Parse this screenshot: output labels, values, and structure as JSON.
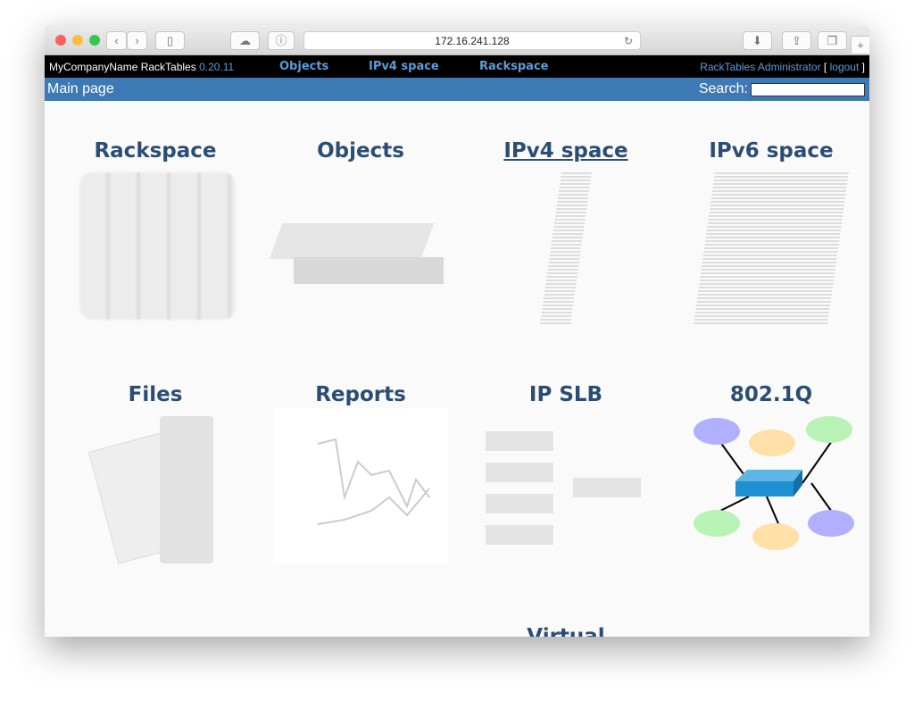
{
  "browser": {
    "url": "172.16.241.128",
    "back": "‹",
    "forward": "›",
    "new_tab": "+"
  },
  "topbar": {
    "brand": "MyCompanyName RackTables",
    "version": "0.20.11",
    "nav": [
      "Objects",
      "IPv4 space",
      "Rackspace"
    ],
    "user": "RackTables Administrator",
    "logout": "logout",
    "bracket_open": "[",
    "bracket_close": "]"
  },
  "bluebar": {
    "crumb": "Main page",
    "search_label": "Search:",
    "search_value": ""
  },
  "tiles": [
    "Rackspace",
    "Objects",
    "IPv4 space",
    "IPv6 space",
    "Files",
    "Reports",
    "IP SLB",
    "802.1Q",
    "Virtual"
  ],
  "colors": {
    "title": "#2b4d74",
    "nav": "#5d9ad6",
    "bluebar": "#3d79b4"
  }
}
